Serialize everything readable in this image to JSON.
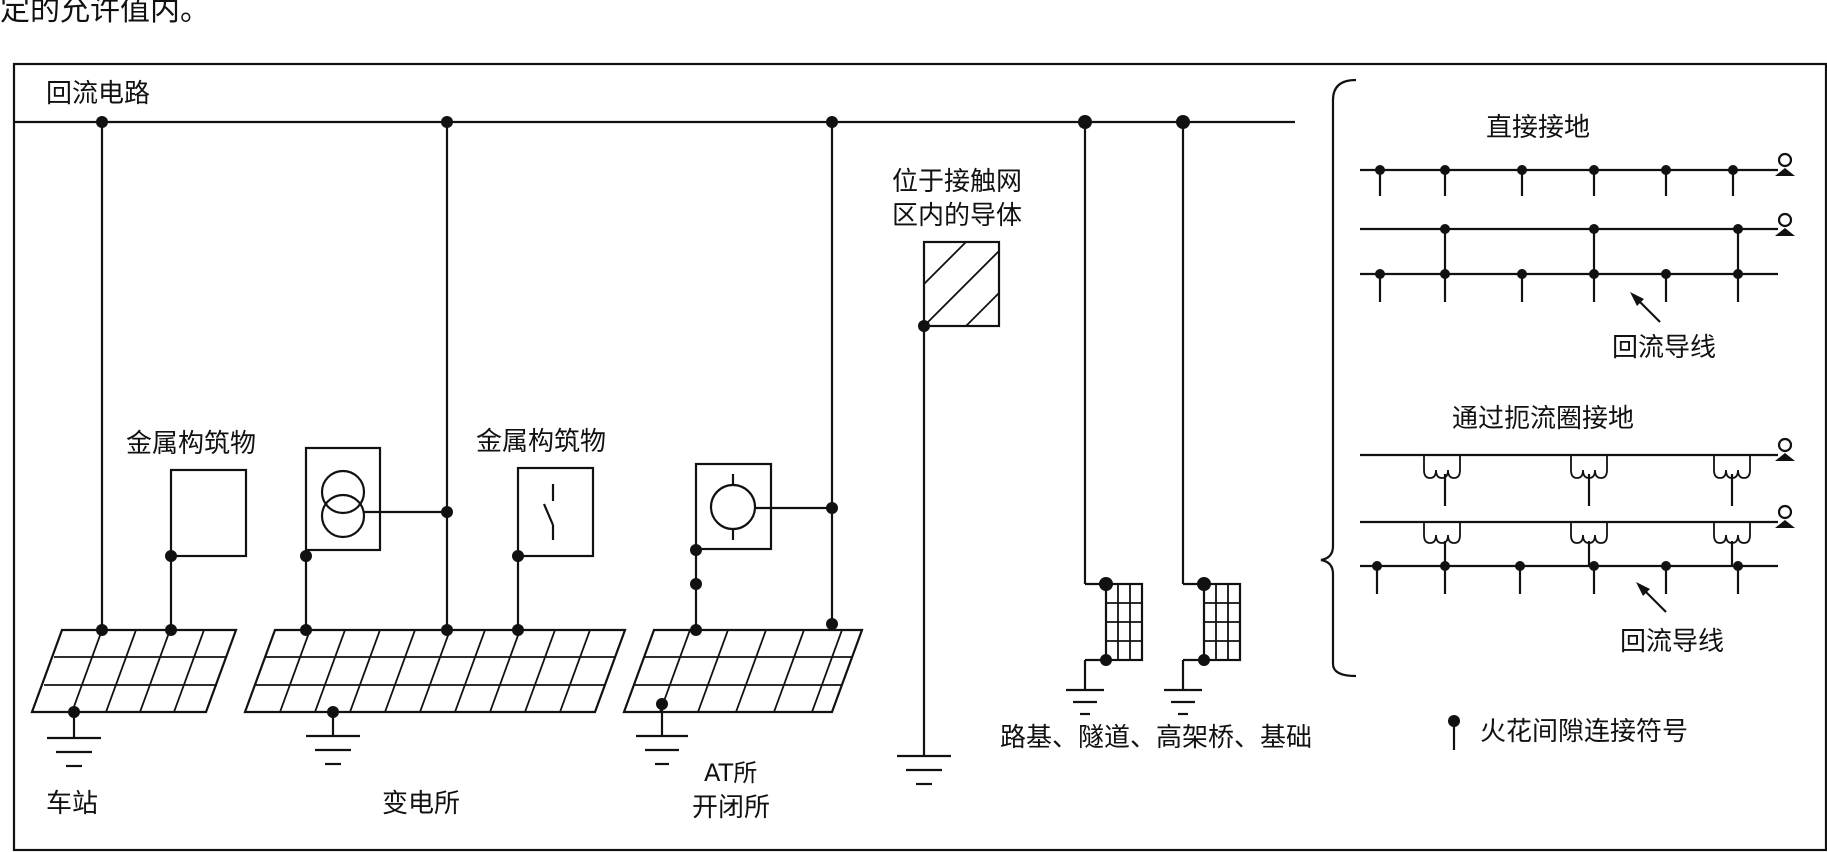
{
  "header": {
    "caption": "定的允许值内。"
  },
  "diagram": {
    "return_circuit": "回流电路",
    "metal_structure_1": "金属构筑物",
    "metal_structure_2": "金属构筑物",
    "conductor_line1": "位于接触网",
    "conductor_line2": "区内的导体",
    "station": "车站",
    "substation": "变电所",
    "at_line1": "AT所",
    "at_line2": "开闭所",
    "foundations": "路基、隧道、高架桥、基础"
  },
  "legend": {
    "direct_title": "直接接地",
    "return_wire_1": "回流导线",
    "choke_title": "通过扼流圈接地",
    "return_wire_2": "回流导线",
    "spark_gap": "火花间隙连接符号"
  }
}
